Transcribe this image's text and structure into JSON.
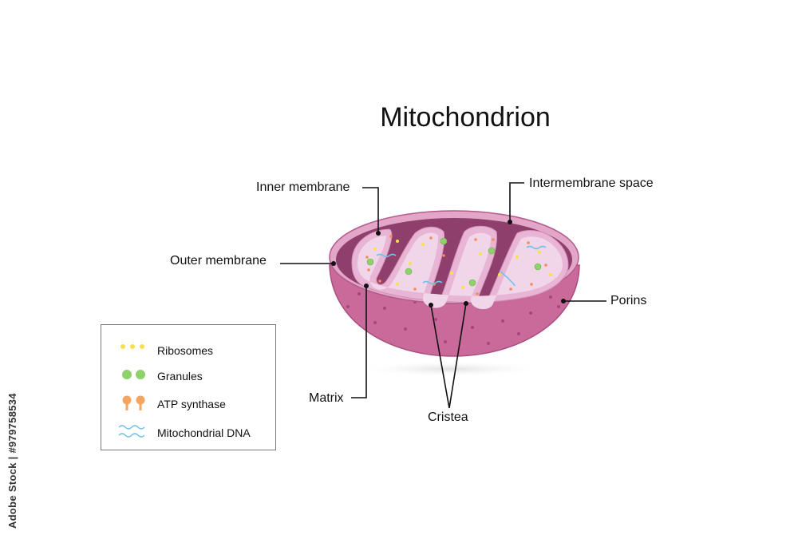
{
  "title": "Mitochondrion",
  "labels": {
    "inner_membrane": "Inner membrane",
    "intermembrane_space": "Intermembrane space",
    "outer_membrane": "Outer membrane",
    "porins": "Porins",
    "matrix": "Matrix",
    "cristea": "Cristea"
  },
  "legend": {
    "items": [
      {
        "label": "Ribosomes",
        "icon": "ribosome-icon",
        "color": "#f5e24a"
      },
      {
        "label": "Granules",
        "icon": "granule-icon",
        "color": "#8fd16a"
      },
      {
        "label": "ATP synthase",
        "icon": "atp-synthase-icon",
        "color": "#f4a561"
      },
      {
        "label": "Mitochondrial DNA",
        "icon": "mitochondrial-dna-icon",
        "color": "#6fc3e8"
      }
    ]
  },
  "colors": {
    "outer_body": "#c96a9b",
    "outer_body_dark": "#a94d80",
    "top_rim": "#e3a6c8",
    "intermembrane": "#8e3f6b",
    "inner_membrane": "#e9b5d4",
    "matrix": "#f1d6ea"
  },
  "watermark": "Adobe Stock | #979758534"
}
